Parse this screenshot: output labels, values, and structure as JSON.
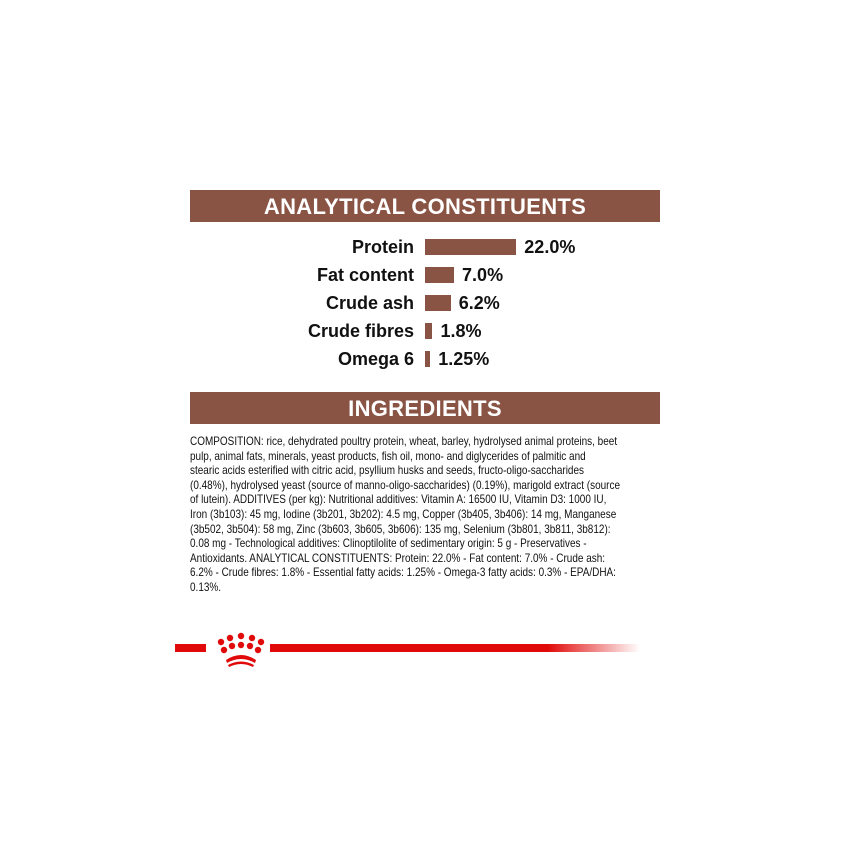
{
  "analytical": {
    "title": "ANALYTICAL CONSTITUENTS",
    "items": [
      {
        "label": "Protein",
        "value": "22.0%",
        "percent": 22.0
      },
      {
        "label": "Fat content",
        "value": "7.0%",
        "percent": 7.0
      },
      {
        "label": "Crude ash",
        "value": "6.2%",
        "percent": 6.2
      },
      {
        "label": "Crude fibres",
        "value": "1.8%",
        "percent": 1.8
      },
      {
        "label": "Omega 6",
        "value": "1.25%",
        "percent": 1.25
      }
    ]
  },
  "ingredients": {
    "title": "INGREDIENTS",
    "lines": [
      "COMPOSITION: rice, dehydrated poultry protein, wheat, barley, hydrolysed animal proteins, beet",
      "pulp, animal fats, minerals, yeast products, fish oil, mono- and diglycerides of palmitic and",
      "stearic acids esterified with citric acid, psyllium husks and seeds, fructo-oligo-saccharides",
      "(0.48%), hydrolysed yeast (source of manno-oligo-saccharides) (0.19%), marigold extract (source",
      "of lutein). ADDITIVES (per kg): Nutritional additives: Vitamin A: 16500 IU, Vitamin D3: 1000 IU,",
      "Iron (3b103): 45 mg, Iodine (3b201, 3b202): 4.5 mg, Copper (3b405, 3b406): 14 mg, Manganese",
      "(3b502, 3b504): 58 mg, Zinc (3b603, 3b605, 3b606): 135 mg, Selenium (3b801, 3b811, 3b812):",
      "0.08 mg - Technological additives: Clinoptilolite of sedimentary origin: 5 g - Preservatives -",
      "Antioxidants. ANALYTICAL CONSTITUENTS: Protein: 22.0% - Fat content: 7.0% - Crude ash:",
      "6.2% - Crude fibres: 1.8% - Essential fatty acids: 1.25% - Omega-3 fatty acids: 0.3% - EPA/DHA:",
      "0.13%."
    ]
  },
  "colors": {
    "brown": "#8a5444",
    "red": "#e10a0a"
  }
}
